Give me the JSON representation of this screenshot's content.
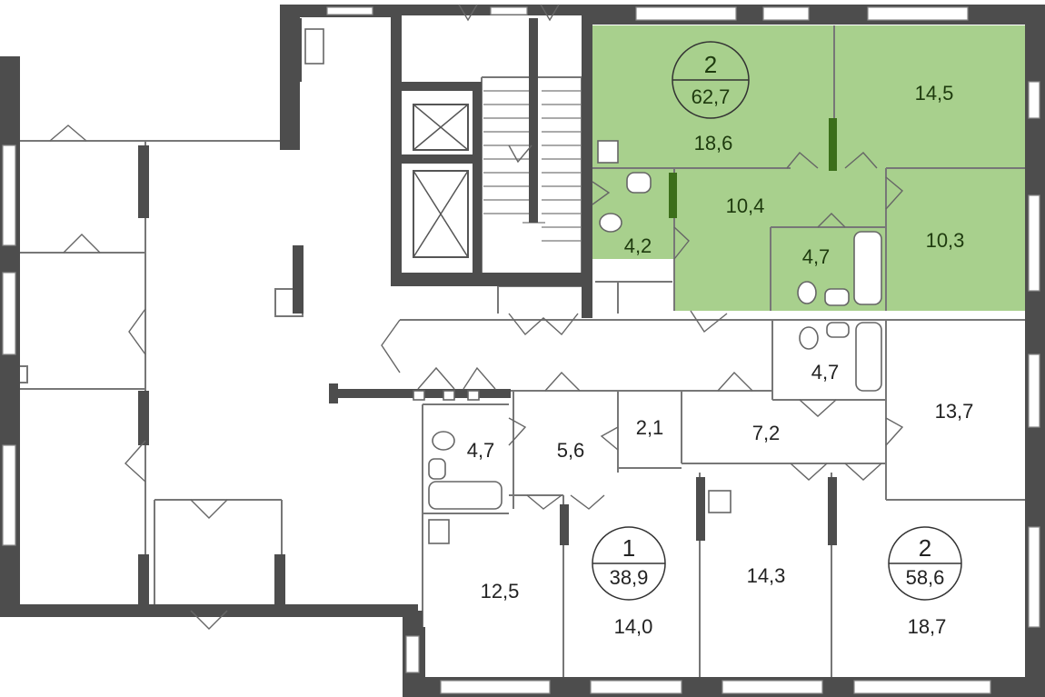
{
  "plan": {
    "highlight_color": "#a8d08d",
    "rooms": [
      {
        "id": "a1-living",
        "area": "18,6"
      },
      {
        "id": "a1-bedroom",
        "area": "14,5"
      },
      {
        "id": "a1-hall",
        "area": "10,4"
      },
      {
        "id": "a1-kitchen",
        "area": "10,3"
      },
      {
        "id": "a1-wc",
        "area": "4,2"
      },
      {
        "id": "a1-bath",
        "area": "4,7"
      },
      {
        "id": "bath-mid",
        "area": "4,7"
      },
      {
        "id": "bedroom-right",
        "area": "13,7"
      },
      {
        "id": "hall-right",
        "area": "7,2"
      },
      {
        "id": "bath-left",
        "area": "4,7"
      },
      {
        "id": "hall-left",
        "area": "5,6"
      },
      {
        "id": "closet",
        "area": "2,1"
      },
      {
        "id": "room-bl",
        "area": "12,5"
      },
      {
        "id": "room-b1",
        "area": "14,0"
      },
      {
        "id": "room-b2",
        "area": "14,3"
      },
      {
        "id": "room-br",
        "area": "18,7"
      }
    ],
    "apartments": [
      {
        "id": "apt-highlighted",
        "rooms_count": "2",
        "total_area": "62,7"
      },
      {
        "id": "apt-1room",
        "rooms_count": "1",
        "total_area": "38,9"
      },
      {
        "id": "apt-2room-bottom",
        "rooms_count": "2",
        "total_area": "58,6"
      }
    ]
  }
}
